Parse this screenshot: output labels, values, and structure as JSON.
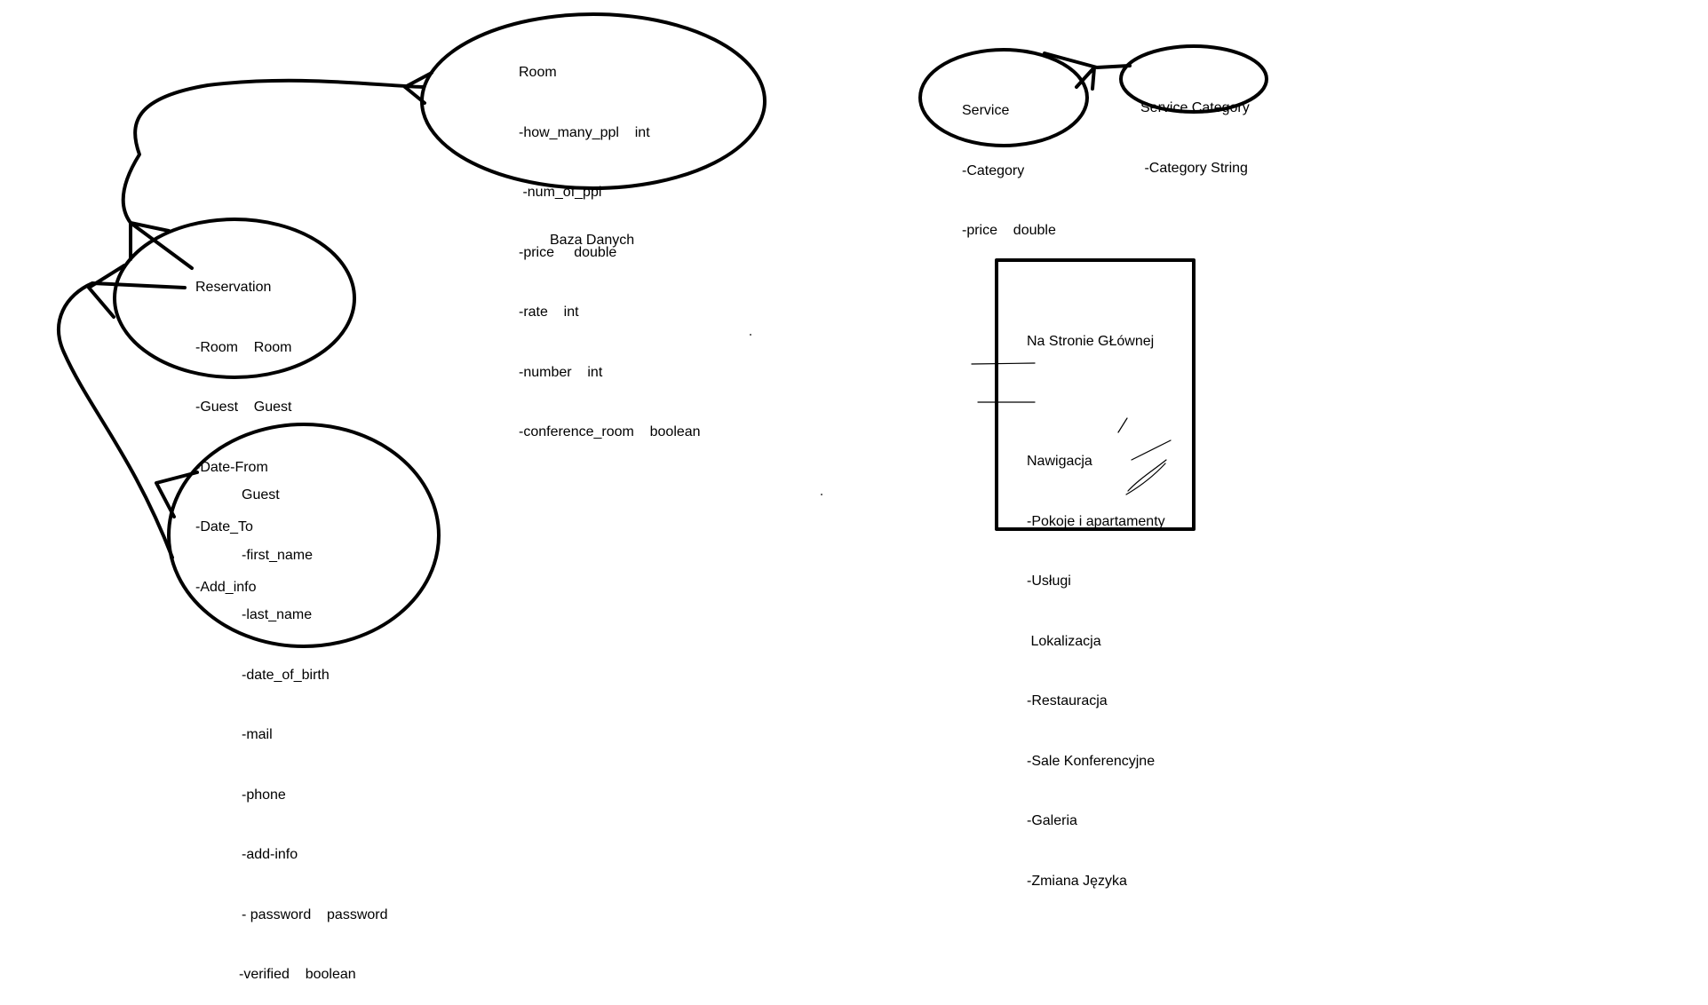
{
  "room": {
    "title": "Room",
    "fields": [
      "-how_many_ppl    int",
      " -num_of_ppl",
      "-price     double",
      "-rate    int",
      "-number    int",
      "-conference_room    boolean"
    ]
  },
  "reservation": {
    "title": "Reservation",
    "fields": [
      "-Room    Room",
      "-Guest    Guest",
      "-Date-From",
      "-Date_To",
      "-Add_info"
    ]
  },
  "guest": {
    "title": "Guest",
    "fields": [
      "-first_name",
      "-last_name",
      "-date_of_birth",
      "-mail",
      "-phone",
      "-add-info",
      "- password    password",
      "-verified    boolean"
    ]
  },
  "service": {
    "title": "Service",
    "fields": [
      "-Category",
      "-price    double"
    ]
  },
  "service_category": {
    "title": "Service Category",
    "fields": [
      " -Category String"
    ]
  },
  "database_label": "Baza Danych",
  "homepage": {
    "title": "Na Stronie GŁównej",
    "nav_title": "Nawigacja",
    "items": [
      "-Pokoje i apartamenty",
      "-Usługi",
      " Lokalizacja",
      "-Restauracja",
      "-Sale Konferencyjne",
      "-Galeria",
      "-Zmiana Języka"
    ]
  }
}
